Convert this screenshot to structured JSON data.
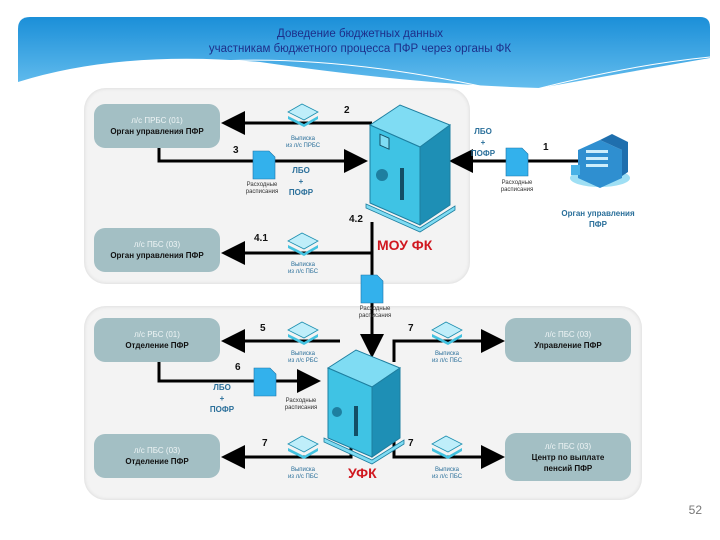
{
  "slide": {
    "title_line1": "Доведение бюджетных данных",
    "title_line2": "участникам бюджетного процесса ПФР через органы ФК",
    "page_number": "52"
  },
  "top_section": {
    "nodes": [
      {
        "account": "л/с ПРБС (01)",
        "name": "Орган управления ПФР"
      },
      {
        "account": "л/с ПБС (03)",
        "name": "Орган управления ПФР"
      }
    ],
    "center_label": "МОУ ФК",
    "source": {
      "name_line1": "Орган управления",
      "name_line2": "ПФР"
    },
    "steps": {
      "s1": "1",
      "s2": "2",
      "s3": "3",
      "s41": "4.1",
      "s42": "4.2"
    },
    "docs": {
      "vypiska_prbs": [
        "Выписка",
        "из л/с ПРБС"
      ],
      "vypiska_pbs": [
        "Выписка",
        "из л/с ПБС"
      ],
      "rasp_1": [
        "Расходные",
        "расписания"
      ],
      "rasp_3": [
        "Расходные",
        "расписания"
      ],
      "rasp_42": [
        "Расходные",
        "расписания"
      ]
    },
    "lbo_pofr_1": [
      "ЛБО",
      "+",
      "ПОФР"
    ],
    "lbo_pofr_3": [
      "ЛБО",
      "+",
      "ПОФР"
    ]
  },
  "bottom_section": {
    "nodes": [
      {
        "account": "л/с РБС (01)",
        "name": "Отделение ПФР"
      },
      {
        "account": "л/с ПБС (03)",
        "name": "Отделение ПФР"
      },
      {
        "account": "л/с ПБС (03)",
        "name": "Управление ПФР"
      },
      {
        "account": "л/с ПБС (03)",
        "name": "Центр по выплате пенсий ПФР"
      }
    ],
    "center_label": "УФК",
    "steps": {
      "s5": "5",
      "s6": "6",
      "s7a": "7",
      "s7b": "7",
      "s7c": "7"
    },
    "docs": {
      "vypiska_rbs": [
        "Выписка",
        "из л/с РБС"
      ],
      "vypiska_pbs_left": [
        "Выписка",
        "из л/с ПБС"
      ],
      "vypiska_pbs_r1": [
        "Выписка",
        "из л/с ПБС"
      ],
      "vypiska_pbs_r2": [
        "Выписка",
        "из л/с ПБС"
      ],
      "rasp_6": [
        "Расходные",
        "расписания"
      ]
    },
    "lbo_pofr_6": [
      "ЛБО",
      "+",
      "ПОФР"
    ]
  },
  "colors": {
    "header_blue": "#2f9be0",
    "node_fill": "#a3bfc4",
    "label_blue": "#2a6f9a",
    "red_label": "#d0171f",
    "building_cyan": "#3fc3e4"
  }
}
